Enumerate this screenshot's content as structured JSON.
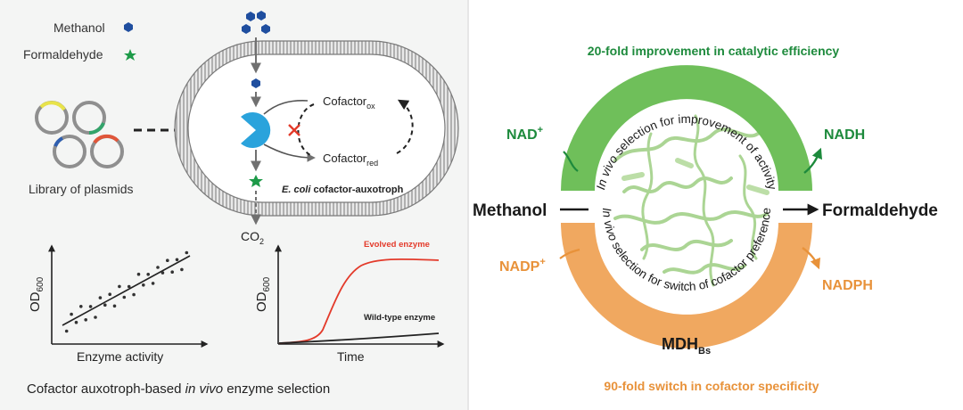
{
  "left": {
    "legend": {
      "methanol": "Methanol",
      "formaldehyde": "Formaldehyde"
    },
    "library_label": "Library of  plasmids",
    "cofactor_ox": "Cofactor",
    "cofactor_ox_sub": "ox",
    "cofactor_red": "Cofactor",
    "cofactor_red_sub": "red",
    "cell_label_italic": "E. coli",
    "cell_label_rest": " cofactor-auxotroph",
    "co2_main": "CO",
    "co2_sub": "2",
    "scatter_ylabel": "OD",
    "scatter_ylabel_sub": "600",
    "scatter_xlabel": "Enzyme activity",
    "growth_ylabel": "OD",
    "growth_ylabel_sub": "600",
    "growth_xlabel": "Time",
    "evolved_label": "Evolved enzyme",
    "wildtype_label": "Wild-type enzyme",
    "caption_pre": "Cofactor auxotroph-based ",
    "caption_italic": "in vivo",
    "caption_post": " enzyme selection"
  },
  "right": {
    "top_title": "20-fold improvement in catalytic efficiency",
    "bottom_title": "90-fold switch in cofactor specificity",
    "nad": "NAD",
    "nad_sup": "+",
    "nadh": "NADH",
    "nadp": "NADP",
    "nadp_sup": "+",
    "nadph": "NADPH",
    "methanol": "Methanol",
    "formaldehyde": "Formaldehyde",
    "enzyme": "MDH",
    "enzyme_sub": "Bs",
    "arc_top_italic": "In vivo",
    "arc_top_rest": " selection for improvement of activity",
    "arc_bottom_italic": "In vivo",
    "arc_bottom_rest": " selection for switch of cofactor preference"
  },
  "colors": {
    "green_dark": "#1d8a3c",
    "green_arc": "#6fbf5a",
    "orange": "#e8923a",
    "orange_arc": "#f0a860",
    "blue_hex": "#1f4e9f",
    "enzyme_blue": "#2aa3dc",
    "red_curve": "#e33a2a"
  }
}
